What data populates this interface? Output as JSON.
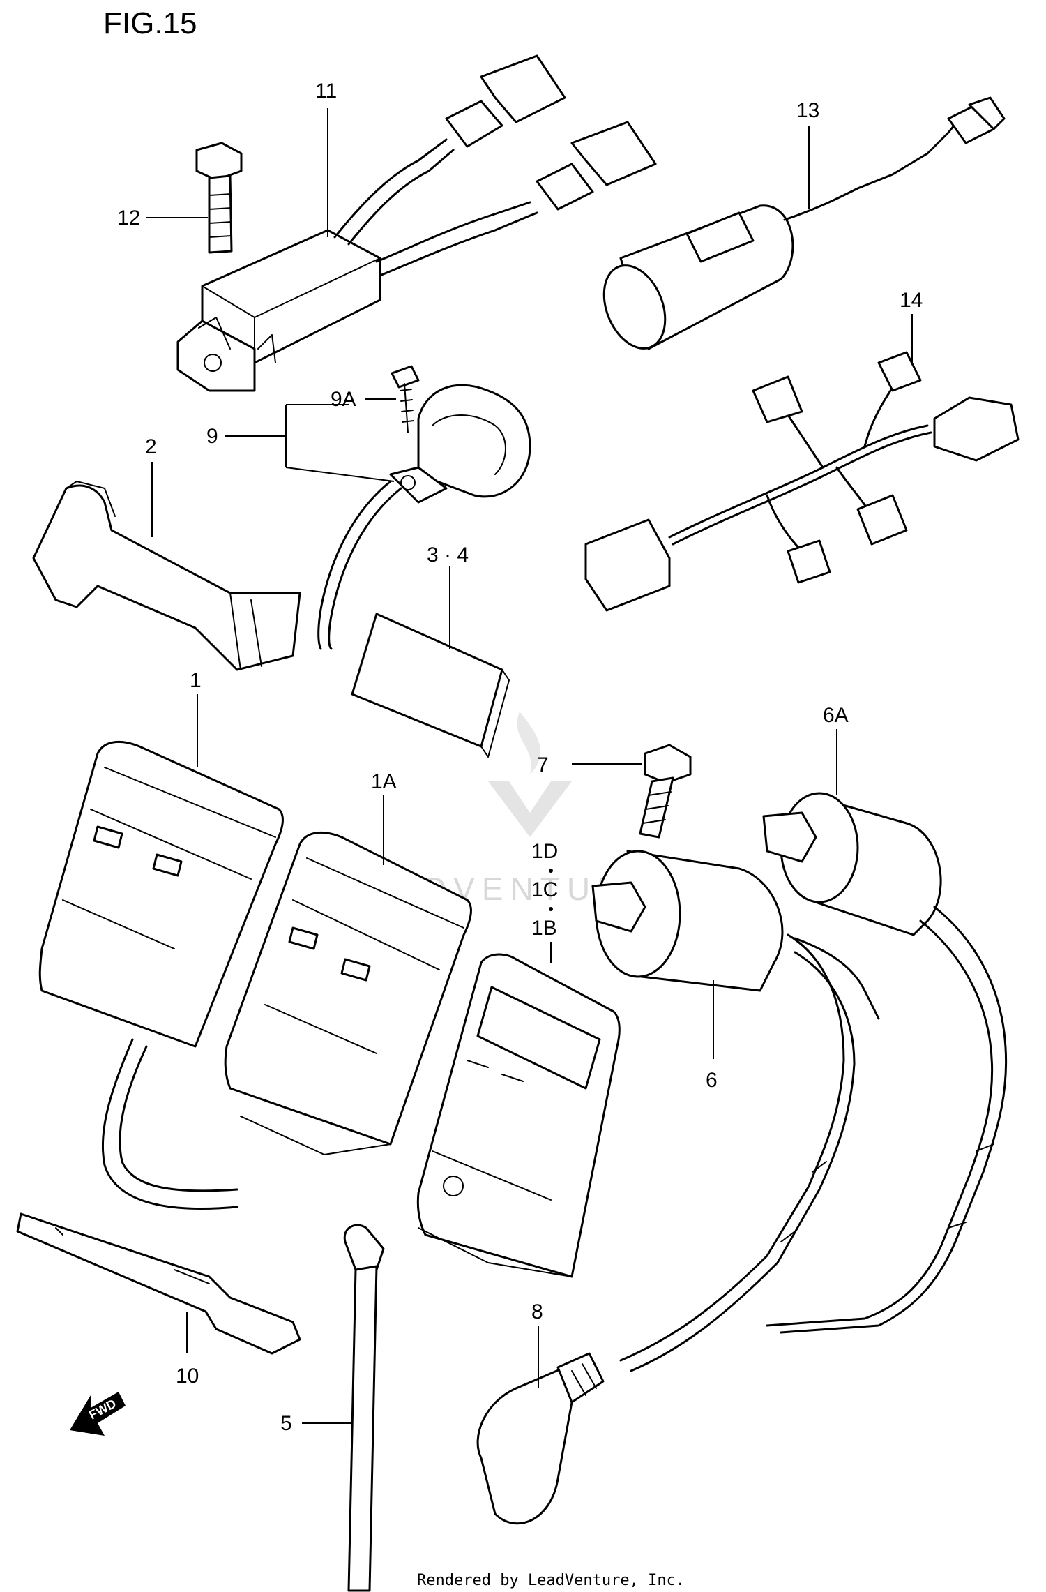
{
  "figure": {
    "title": "FIG.15"
  },
  "watermark": "LEADVENTURE",
  "credit": "Rendered by LeadVenture, Inc.",
  "direction_marker": "FWD",
  "callouts": {
    "c1": "1",
    "c1a": "1A",
    "c1d": "1D",
    "c1c": "1C",
    "c1b": "1B",
    "c2": "2",
    "c34": "3 · 4",
    "c5": "5",
    "c6": "6",
    "c6a": "6A",
    "c7": "7",
    "c8": "8",
    "c9": "9",
    "c9a": "9A",
    "c10": "10",
    "c11": "11",
    "c12": "12",
    "c13": "13",
    "c14": "14"
  }
}
